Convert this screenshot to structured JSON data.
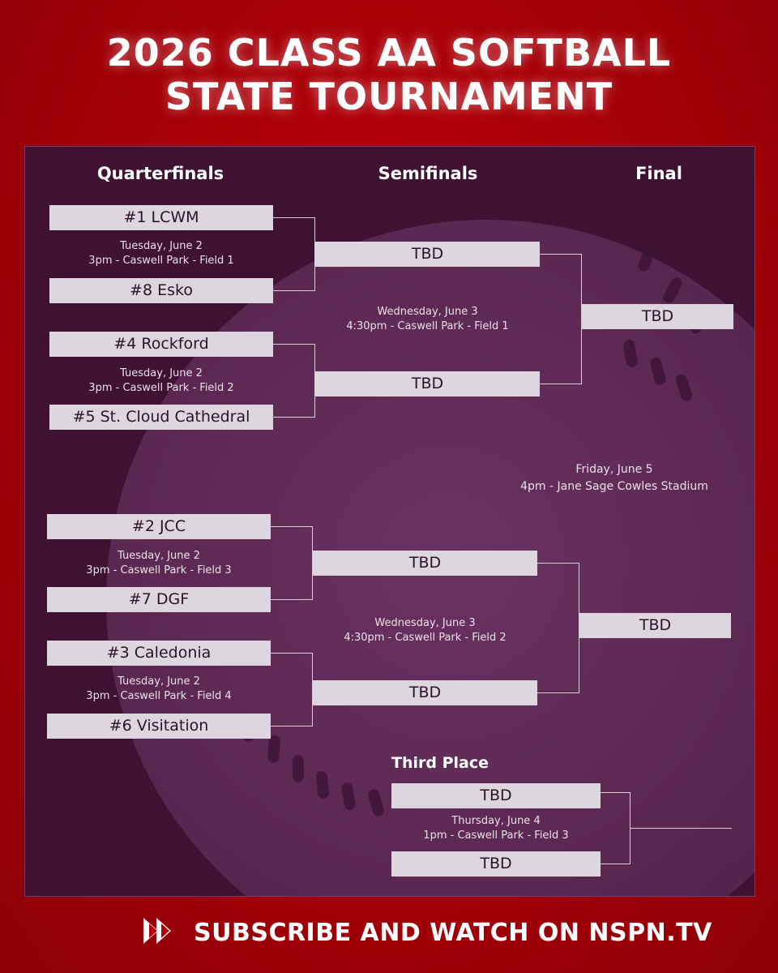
{
  "title": {
    "line1": "2026 CLASS AA SOFTBALL",
    "line2": "STATE TOURNAMENT"
  },
  "columns": {
    "quarterfinals": "Quarterfinals",
    "semifinals": "Semifinals",
    "final": "Final"
  },
  "quarterfinals": [
    {
      "top": "#1 LCWM",
      "bottom": "#8 Esko",
      "date": "Tuesday, June 2",
      "detail": "3pm - Caswell Park - Field 1"
    },
    {
      "top": "#4 Rockford",
      "bottom": "#5 St. Cloud Cathedral",
      "date": "Tuesday, June 2",
      "detail": "3pm - Caswell Park - Field 2"
    },
    {
      "top": "#2 JCC",
      "bottom": "#7 DGF",
      "date": "Tuesday, June 2",
      "detail": "3pm - Caswell Park - Field 3"
    },
    {
      "top": "#3 Caledonia",
      "bottom": "#6 Visitation",
      "date": "Tuesday, June 2",
      "detail": "3pm - Caswell Park - Field 4"
    }
  ],
  "semifinals": [
    {
      "top": "TBD",
      "bottom": "TBD",
      "date": "Wednesday, June 3",
      "detail": "4:30pm - Caswell Park - Field 1"
    },
    {
      "top": "TBD",
      "bottom": "TBD",
      "date": "Wednesday, June 3",
      "detail": "4:30pm - Caswell Park - Field 2"
    }
  ],
  "final": {
    "top": "TBD",
    "bottom": "TBD",
    "date": "Friday, June 5",
    "detail": "4pm - Jane Sage Cowles Stadium"
  },
  "third_place": {
    "heading": "Third Place",
    "top": "TBD",
    "bottom": "TBD",
    "date": "Thursday, June 4",
    "detail": "1pm - Caswell Park - Field 3"
  },
  "footer": {
    "text": "SUBSCRIBE AND WATCH ON NSPN.TV",
    "icon": "fast-forward-play-icon"
  },
  "colors": {
    "background": "#b00008",
    "panel": "#3f1133",
    "slot": "#ddd6df"
  }
}
